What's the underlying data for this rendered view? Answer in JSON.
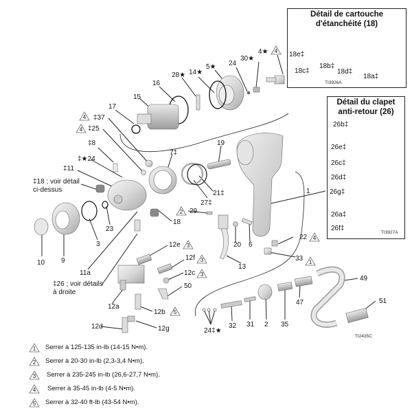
{
  "detail_seal_cartridge": {
    "title_line1": "Détail de cartouche",
    "title_line2": "d'étanchéité (18)",
    "labels": [
      "18e‡",
      "18c‡",
      "18b‡",
      "18d‡",
      "18a‡"
    ],
    "ref": "TI3926A"
  },
  "detail_check_valve": {
    "title_line1": "Détail du clapet",
    "title_line2": "anti-retour (26)",
    "labels": [
      "26b‡",
      "26e‡",
      "26c‡",
      "26d‡",
      "26g‡",
      "26a‡",
      "26f‡"
    ],
    "ref": "TI3927A"
  },
  "parts": {
    "p4": "4★",
    "p30": "30★",
    "p24": "24",
    "p5": "5★",
    "p14": "14★",
    "p28": "28★",
    "p16": "16",
    "p15": "15",
    "p17": "17",
    "p37": "‡37",
    "p25": "‡25",
    "p8": "‡8",
    "p24b": "‡★24",
    "p11": "‡11",
    "p18note1": "‡18 ; voir détail",
    "p18note2": "ci-dessus",
    "p7": "7‡",
    "p19": "19",
    "p21": "21‡",
    "p27": "27‡",
    "p1": "1",
    "p29": "29",
    "p18": "18",
    "p23": "23",
    "p3": "3",
    "p10": "10",
    "p9": "9",
    "p11a": "11a",
    "p26note1": "‡26 ; voir détails",
    "p26note2": "à droite",
    "p12e": "12e",
    "p12f": "12f",
    "p12c": "12c",
    "p50": "50",
    "p12a": "12a",
    "p12b": "12b",
    "p12d": "12d",
    "p12g": "12g",
    "p20": "20",
    "p6": "6",
    "p13": "13",
    "p22": "22",
    "p33": "33",
    "p49": "49",
    "p47": "47",
    "p51": "51",
    "p35": "35",
    "p2": "2",
    "p31": "31",
    "p32": "32",
    "p24c": "24‡★"
  },
  "main_ref": "TI2435C",
  "torque_markers": {
    "t4a": "4",
    "t4b": "4",
    "t4c": "4",
    "t4d": "4",
    "t2": "2",
    "t3a": "3",
    "t3b": "3",
    "t3c": "3",
    "t5": "5",
    "t1": "1"
  },
  "legend": [
    {
      "num": "1",
      "text": "Serrer à 125-135 in-lb (14-15 N•m)."
    },
    {
      "num": "2",
      "text": "Serrer à 20-30 in-lb (2,3-3,4 N•m)."
    },
    {
      "num": "3",
      "text": "Serrer à 235-245 in-lb (26,6-27,7 N•m)."
    },
    {
      "num": "4",
      "text": "Serrer à 35-45 in-lb (4-5 N•m)."
    },
    {
      "num": "5",
      "text": "Serrer à 32-40 ft-lb (43-54 N•m)."
    }
  ]
}
